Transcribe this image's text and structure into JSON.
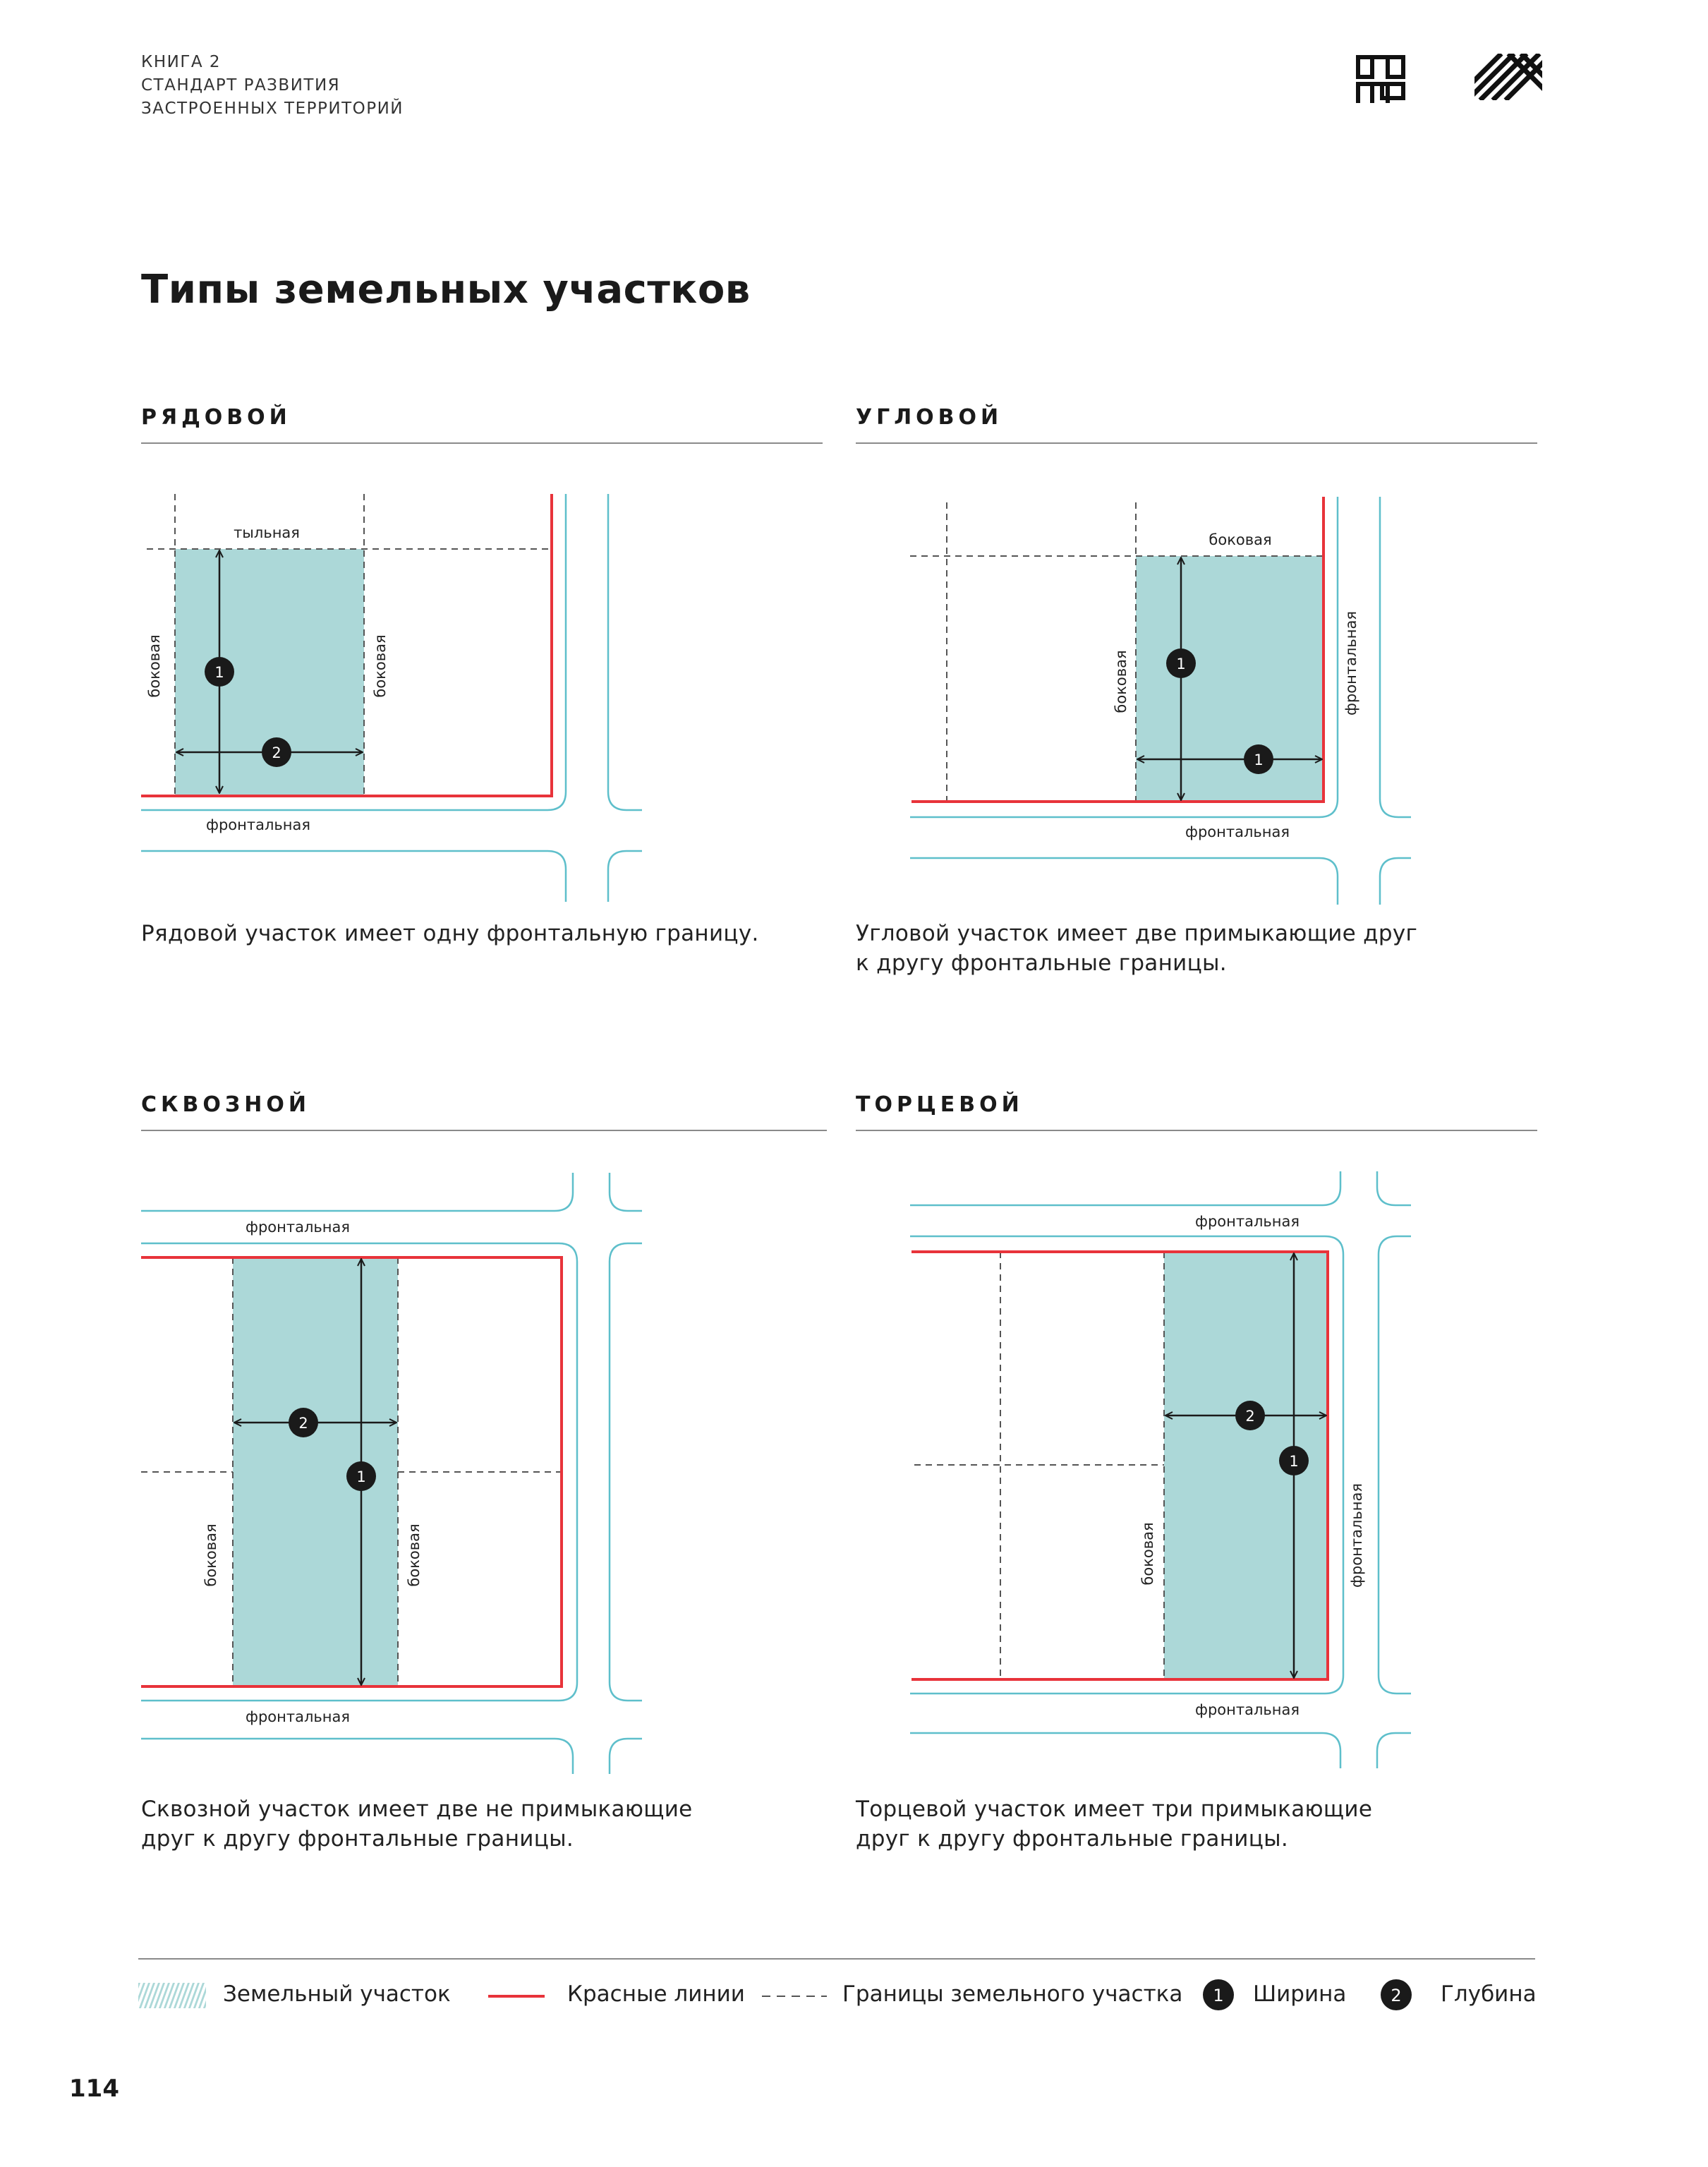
{
  "header": {
    "book_line1": "КНИГА 2",
    "book_line2": "СТАНДАРТ РАЗВИТИЯ",
    "book_line3": "ЗАСТРОЕННЫХ ТЕРРИТОРИЙ",
    "logo_dom_text": "ДОМ РФ"
  },
  "page_title": "Типы земельных участков",
  "sections": [
    {
      "heading": "РЯДОВОЙ",
      "labels": {
        "rear": "тыльная",
        "side_left": "боковая",
        "side_right": "боковая",
        "front": "фронтальная"
      },
      "num_width": "1",
      "num_depth": "2",
      "desc_line1": "Рядовой участок имеет одну фронтальную границу."
    },
    {
      "heading": "УГЛОВОЙ",
      "labels": {
        "side_top": "боковая",
        "side_left": "боковая",
        "front_right": "фронтальная",
        "front_bottom": "фронтальная"
      },
      "num_width": "1",
      "num_depth": "1",
      "desc_line1": "Угловой участок имеет две примыкающие друг",
      "desc_line2": "к другу фронтальные границы."
    },
    {
      "heading": "СКВОЗНОЙ",
      "labels": {
        "front_top": "фронтальная",
        "side_left": "боковая",
        "side_right": "боковая",
        "front_bottom": "фронтальная"
      },
      "num_depth_h": "2",
      "num_width_v": "1",
      "desc_line1": "Сквозной участок имеет две не примыкающие",
      "desc_line2": "друг к другу фронтальные границы."
    },
    {
      "heading": "ТОРЦЕВОЙ",
      "labels": {
        "front_top": "фронтальная",
        "side_left": "боковая",
        "front_right": "фронтальная",
        "front_bottom": "фронтальная"
      },
      "num_depth_h": "2",
      "num_width_v": "1",
      "desc_line1": "Торцевой участок имеет три примыкающие",
      "desc_line2": "друг к другу фронтальные границы."
    }
  ],
  "legend": {
    "plot": "Земельный участок",
    "red_lines": "Красные линии",
    "boundaries": "Границы земельного участка",
    "width_num": "1",
    "width": "Ширина",
    "depth_num": "2",
    "depth": "Глубина"
  },
  "colors": {
    "plot_fill": "#acd8d8",
    "red_line": "#e8333a",
    "street_line": "#5ebfcb",
    "dashed": "#555555",
    "dark": "#1a1a1a"
  },
  "page_number": "114"
}
